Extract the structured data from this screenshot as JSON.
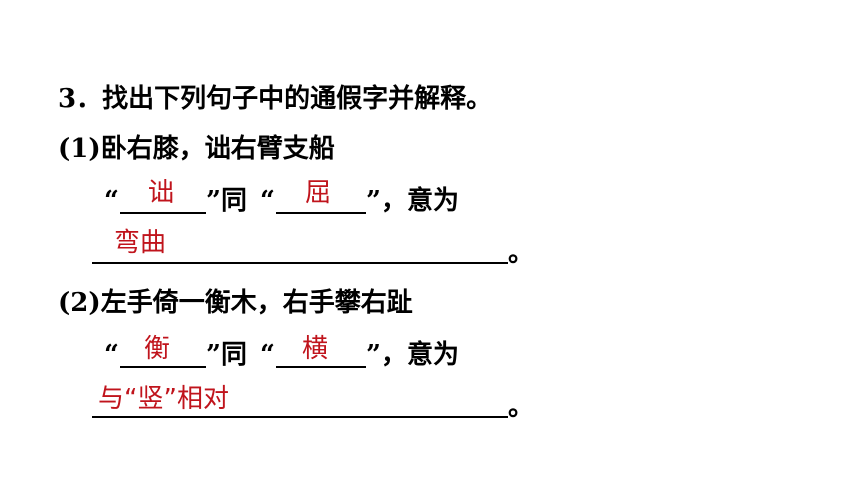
{
  "question": {
    "title": "3．找出下列句子中的通假字并解释。"
  },
  "items": [
    {
      "sentence": "(1)卧右膝，诎右臂支船",
      "quote_open_1": "“",
      "quote_close_1": "”同",
      "quote_open_2": "“",
      "quote_close_2": "”，意为",
      "answer_char": "诎",
      "answer_same": "屈",
      "answer_meaning": "弯曲",
      "end_mark": "。"
    },
    {
      "sentence": "(2)左手倚一衡木，右手攀右趾",
      "quote_open_1": "“",
      "quote_close_1": "”同",
      "quote_open_2": "“",
      "quote_close_2": "”，意为",
      "answer_char": "衡",
      "answer_same": "横",
      "answer_meaning": "与“竖”相对",
      "end_mark": "。"
    }
  ],
  "colors": {
    "answer": "#c0141c",
    "text": "#000000"
  }
}
